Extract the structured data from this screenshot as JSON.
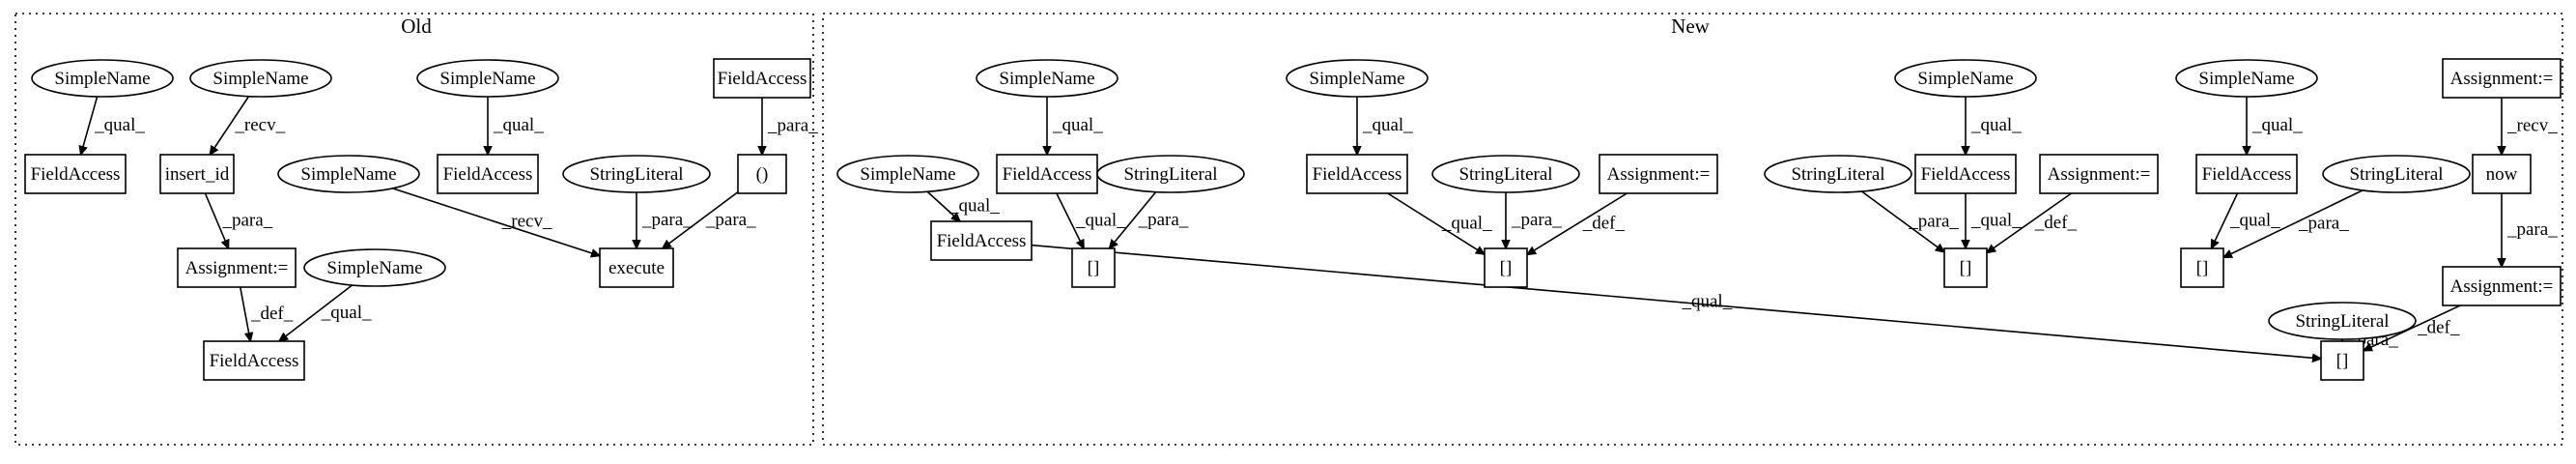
{
  "clusters": [
    {
      "id": "old",
      "label": "Old"
    },
    {
      "id": "new",
      "label": "New"
    }
  ],
  "nodes": [
    {
      "id": "o_sn1",
      "label": "SimpleName",
      "shape": "ellipse"
    },
    {
      "id": "o_sn2",
      "label": "SimpleName",
      "shape": "ellipse"
    },
    {
      "id": "o_sn3",
      "label": "SimpleName",
      "shape": "ellipse"
    },
    {
      "id": "o_fa_top",
      "label": "FieldAccess",
      "shape": "box"
    },
    {
      "id": "o_fa1",
      "label": "FieldAccess",
      "shape": "box"
    },
    {
      "id": "o_insert",
      "label": "insert_id",
      "shape": "box"
    },
    {
      "id": "o_fa2",
      "label": "FieldAccess",
      "shape": "box"
    },
    {
      "id": "o_paren",
      "label": "()",
      "shape": "box"
    },
    {
      "id": "o_sn4",
      "label": "SimpleName",
      "shape": "ellipse"
    },
    {
      "id": "o_sl",
      "label": "StringLiteral",
      "shape": "ellipse"
    },
    {
      "id": "o_assign",
      "label": "Assignment:=",
      "shape": "box"
    },
    {
      "id": "o_execute",
      "label": "execute",
      "shape": "box"
    },
    {
      "id": "o_sn5",
      "label": "SimpleName",
      "shape": "ellipse"
    },
    {
      "id": "o_fa3",
      "label": "FieldAccess",
      "shape": "box"
    },
    {
      "id": "n_sn1",
      "label": "SimpleName",
      "shape": "ellipse"
    },
    {
      "id": "n_sn2",
      "label": "SimpleName",
      "shape": "ellipse"
    },
    {
      "id": "n_sn3",
      "label": "SimpleName",
      "shape": "ellipse"
    },
    {
      "id": "n_sn4",
      "label": "SimpleName",
      "shape": "ellipse"
    },
    {
      "id": "n_assign_top",
      "label": "Assignment:=",
      "shape": "box"
    },
    {
      "id": "n_sn0",
      "label": "SimpleName",
      "shape": "ellipse"
    },
    {
      "id": "n_fa1",
      "label": "FieldAccess",
      "shape": "box"
    },
    {
      "id": "n_sl1",
      "label": "StringLiteral",
      "shape": "ellipse"
    },
    {
      "id": "n_fa2",
      "label": "FieldAccess",
      "shape": "box"
    },
    {
      "id": "n_sl2",
      "label": "StringLiteral",
      "shape": "ellipse"
    },
    {
      "id": "n_assign1",
      "label": "Assignment:=",
      "shape": "box"
    },
    {
      "id": "n_sl3",
      "label": "StringLiteral",
      "shape": "ellipse"
    },
    {
      "id": "n_fa3",
      "label": "FieldAccess",
      "shape": "box"
    },
    {
      "id": "n_assign2",
      "label": "Assignment:=",
      "shape": "box"
    },
    {
      "id": "n_fa4",
      "label": "FieldAccess",
      "shape": "box"
    },
    {
      "id": "n_sl4",
      "label": "StringLiteral",
      "shape": "ellipse"
    },
    {
      "id": "n_now",
      "label": "now",
      "shape": "box"
    },
    {
      "id": "n_fa0",
      "label": "FieldAccess",
      "shape": "box"
    },
    {
      "id": "n_br1",
      "label": "[]",
      "shape": "box"
    },
    {
      "id": "n_br2",
      "label": "[]",
      "shape": "box"
    },
    {
      "id": "n_br3",
      "label": "[]",
      "shape": "box"
    },
    {
      "id": "n_br4",
      "label": "[]",
      "shape": "box"
    },
    {
      "id": "n_sl5",
      "label": "StringLiteral",
      "shape": "ellipse"
    },
    {
      "id": "n_assign3",
      "label": "Assignment:=",
      "shape": "box"
    },
    {
      "id": "n_br5",
      "label": "[]",
      "shape": "box"
    }
  ],
  "edges": [
    {
      "from": "o_sn1",
      "to": "o_fa1",
      "label": "_qual_"
    },
    {
      "from": "o_sn2",
      "to": "o_insert",
      "label": "_recv_"
    },
    {
      "from": "o_sn3",
      "to": "o_fa2",
      "label": "_qual_"
    },
    {
      "from": "o_fa_top",
      "to": "o_paren",
      "label": "_para_"
    },
    {
      "from": "o_insert",
      "to": "o_assign",
      "label": "_para_"
    },
    {
      "from": "o_sn4",
      "to": "o_execute",
      "label": "_recv_"
    },
    {
      "from": "o_sl",
      "to": "o_execute",
      "label": "_para_"
    },
    {
      "from": "o_paren",
      "to": "o_execute",
      "label": "_para_"
    },
    {
      "from": "o_assign",
      "to": "o_fa3",
      "label": "_def_"
    },
    {
      "from": "o_sn5",
      "to": "o_fa3",
      "label": "_qual_"
    },
    {
      "from": "n_sn0",
      "to": "n_fa0",
      "label": "_qual_"
    },
    {
      "from": "n_sn1",
      "to": "n_fa1",
      "label": "_qual_"
    },
    {
      "from": "n_fa1",
      "to": "n_br1",
      "label": "_qual_"
    },
    {
      "from": "n_sl1",
      "to": "n_br1",
      "label": "_para_"
    },
    {
      "from": "n_sn2",
      "to": "n_fa2",
      "label": "_qual_"
    },
    {
      "from": "n_fa2",
      "to": "n_br2",
      "label": "_qual_"
    },
    {
      "from": "n_sl2",
      "to": "n_br2",
      "label": "_para_"
    },
    {
      "from": "n_assign1",
      "to": "n_br2",
      "label": "_def_"
    },
    {
      "from": "n_sn3",
      "to": "n_fa3",
      "label": "_qual_"
    },
    {
      "from": "n_sl3",
      "to": "n_br3",
      "label": "_para_"
    },
    {
      "from": "n_fa3",
      "to": "n_br3",
      "label": "_qual_"
    },
    {
      "from": "n_assign2",
      "to": "n_br3",
      "label": "_def_"
    },
    {
      "from": "n_sn4",
      "to": "n_fa4",
      "label": "_qual_"
    },
    {
      "from": "n_fa4",
      "to": "n_br4",
      "label": "_qual_"
    },
    {
      "from": "n_sl4",
      "to": "n_br4",
      "label": "_para_"
    },
    {
      "from": "n_assign_top",
      "to": "n_now",
      "label": "_recv_"
    },
    {
      "from": "n_now",
      "to": "n_assign3",
      "label": "_para_"
    },
    {
      "from": "n_fa0",
      "to": "n_br5",
      "label": "_qual_"
    },
    {
      "from": "n_sl5",
      "to": "n_br5",
      "label": "_para_"
    },
    {
      "from": "n_assign3",
      "to": "n_br5",
      "label": "_def_"
    }
  ]
}
